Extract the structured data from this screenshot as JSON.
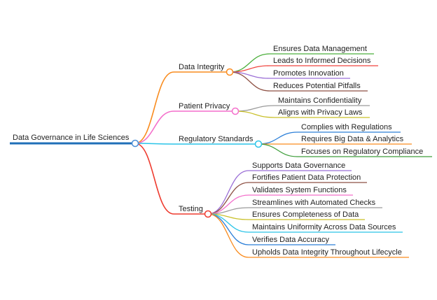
{
  "root": {
    "label": "Data Governance in Life Sciences",
    "color": "#1f6fb8"
  },
  "branches": [
    {
      "label": "Data Integrity",
      "color": "#f98c1f",
      "children": [
        {
          "label": "Ensures Data Management",
          "color": "#4caf3c"
        },
        {
          "label": "Leads to Informed Decisions",
          "color": "#f0453f"
        },
        {
          "label": "Promotes Innovation",
          "color": "#9b6fd6"
        },
        {
          "label": "Reduces Potential Pitfalls",
          "color": "#8e5144"
        }
      ]
    },
    {
      "label": "Patient Privacy",
      "color": "#f46fcb",
      "children": [
        {
          "label": "Maintains Confidentiality",
          "color": "#9a9a9a"
        },
        {
          "label": "Aligns with Privacy Laws",
          "color": "#c9c02a"
        }
      ]
    },
    {
      "label": "Regulatory Standards",
      "color": "#2ac4e8",
      "children": [
        {
          "label": "Complies with Regulations",
          "color": "#2c7fd8"
        },
        {
          "label": "Requires Big Data & Analytics",
          "color": "#f98c1f"
        },
        {
          "label": "Focuses on Regulatory Compliance",
          "color": "#3e9e3a"
        }
      ]
    },
    {
      "label": "Testing",
      "color": "#ee3b2f",
      "children": [
        {
          "label": "Supports Data Governance",
          "color": "#9b6fd6"
        },
        {
          "label": "Fortifies Patient Data Protection",
          "color": "#8e5144"
        },
        {
          "label": "Validates System Functions",
          "color": "#f46fcb"
        },
        {
          "label": "Streamlines with Automated Checks",
          "color": "#9a9a9a"
        },
        {
          "label": "Ensures Completeness of Data",
          "color": "#c9c02a"
        },
        {
          "label": "Maintains Uniformity Across Data Sources",
          "color": "#2ac4e8"
        },
        {
          "label": "Verifies Data Accuracy",
          "color": "#2c7fd8"
        },
        {
          "label": "Upholds Data Integrity Throughout Lifecycle",
          "color": "#f98c1f"
        }
      ]
    }
  ]
}
